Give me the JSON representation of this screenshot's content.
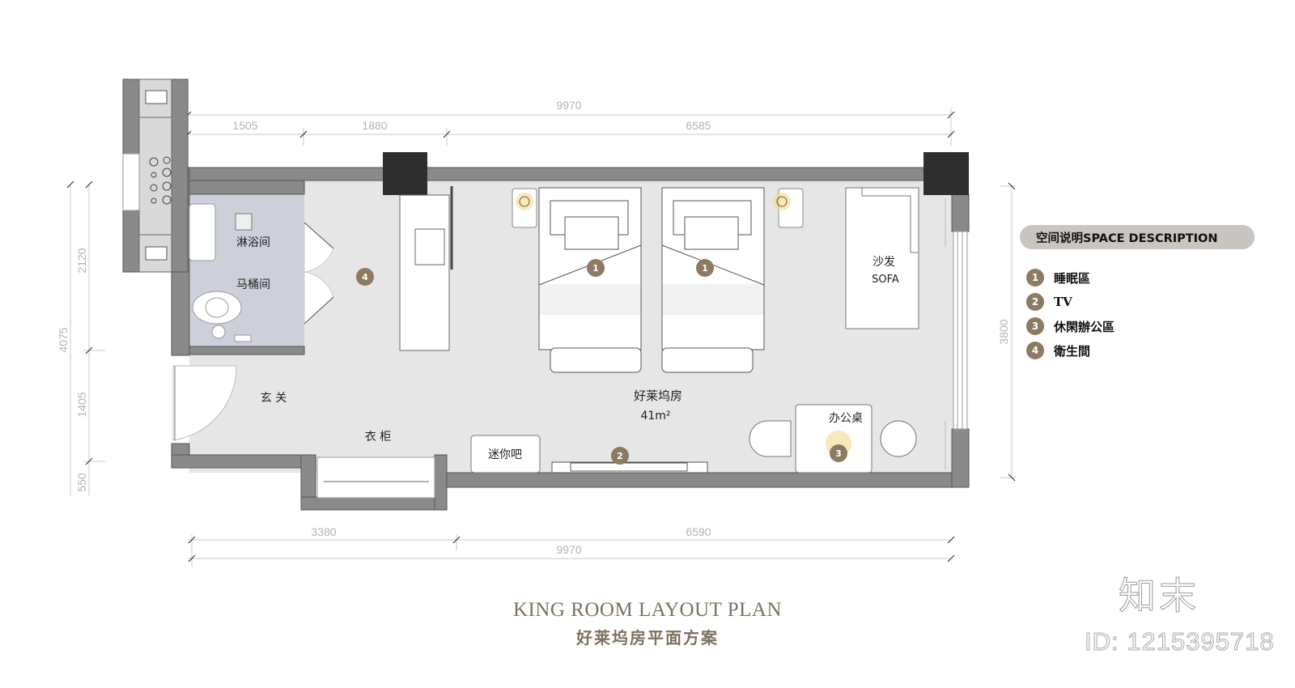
{
  "title": {
    "en": "KING ROOM LAYOUT PLAN",
    "cn": "好莱坞房平面方案"
  },
  "legend": {
    "header": "空间说明SPACE DESCRIPTION",
    "items": [
      {
        "num": "1",
        "label": "睡眠區"
      },
      {
        "num": "2",
        "label": "TV"
      },
      {
        "num": "3",
        "label": "休閑辦公區"
      },
      {
        "num": "4",
        "label": "衛生間"
      }
    ]
  },
  "rooms": {
    "shower": "淋浴间",
    "toilet": "马桶间",
    "entry": "玄 关",
    "wardrobe": "衣 柜",
    "main_room": "好莱坞房",
    "area": "41m²",
    "sofa_cn": "沙发",
    "sofa_en": "SOFA",
    "minibar": "迷你吧",
    "desk": "办公桌"
  },
  "badges": {
    "sleep_1": "1",
    "sleep_2": "1",
    "tv": "2",
    "office": "3",
    "bath": "4"
  },
  "dimensions": {
    "top_total": "9970",
    "top_segments": [
      "1505",
      "1880",
      "6585"
    ],
    "bottom_segments": [
      "3380",
      "6590"
    ],
    "bottom_total": "9970",
    "left_total": "4075",
    "left_segments": [
      "2120",
      "1405",
      "550"
    ],
    "right_total": "3800"
  },
  "brand": {
    "logo": "知末",
    "id": "ID: 1215395718"
  },
  "colors": {
    "wall": "#8a8a8a",
    "column": "#2e2e2e",
    "floor": "#e6e6e6",
    "wet_area": "#cdd0da",
    "badge": "#8c7a62",
    "title": "#7d715f",
    "legend_header": "#c9c6c1"
  }
}
